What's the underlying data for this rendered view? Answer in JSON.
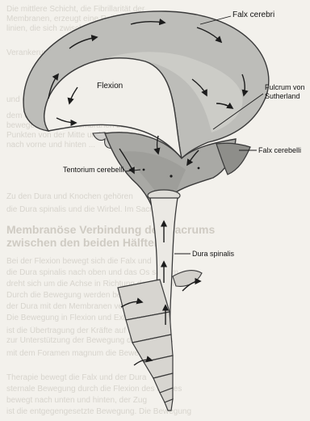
{
  "figure": {
    "labels": {
      "falx_cerebri": "Falx cerebri",
      "flexion": "Flexion",
      "fulcrum_line1": "Fulcrum von",
      "fulcrum_line2": "Sutherland",
      "falx_cerebelli": "Falx cerebelli",
      "tentorium_cerebelli": "Tentorium cerebelli",
      "dura_spinalis": "Dura spinalis"
    },
    "colors": {
      "membrane_fill": "#b9b9b5",
      "membrane_light": "#dddcd8",
      "outline": "#3a3a3a",
      "paper": "#f3f1ec",
      "shadow_text": "#d7d4cd"
    },
    "icons": [
      "arrow-icon",
      "curved-arrow-icon"
    ]
  },
  "background_text": {
    "lines": [
      "Die mittlere Schicht, die Fibrillarität der",
      "Membranen, erzeugt eine Reihe von Spannungs",
      "linien, die sich zwischen den Punkten der",
      "Verankerung und der Schädelbasis erstrecken.",
      "und diejenigen der zwei oder Lunge ist",
      "dem Sutherland zu verdanken. Hier",
      "bewegen sich die Membranen zu den",
      "Punkten von der Mitte und die Flexion",
      "nach vorne und hinten ...",
      "Zu den Dura und Knochen gehören",
      "die Dura spinalis und die Wirbel. Im Sacrum",
      "Membranöse Verbindung des Sacrums",
      "zwischen den beiden Hälften",
      "Bei der Flexion bewegt sich die Falx und",
      "die Dura spinalis nach oben und das Os sacrum",
      "dreht sich um die Achse in Richtung der Flexion",
      "Durch die Bewegung werden beide Enden",
      "der Dura mit den Membranen verbunden",
      "Die Bewegung in Flexion und Extension",
      "ist die Übertragung der Kräfte auf die Wirbel",
      "zur Unterstützung der Bewegung des Beckens",
      "mit dem Foramen magnum die Bewegung",
      "Therapie bewegt die Falx und der Dura",
      "sternale Bewegung durch die Flexion des Kopfes",
      "bewegt nach unten und hinten, der Zug",
      "ist die entgegengesetzte Bewegung. Die Bewegung"
    ]
  }
}
